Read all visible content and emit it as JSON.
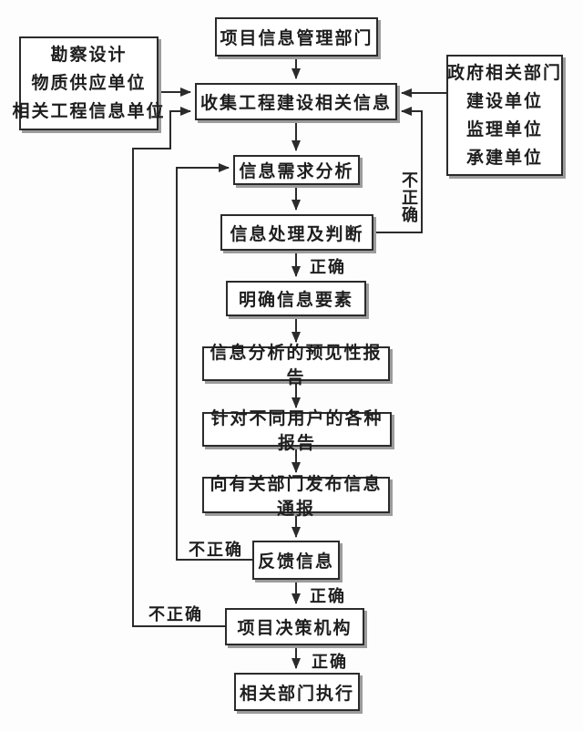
{
  "diagram": {
    "type": "flowchart",
    "language": "zh-CN",
    "nodes": {
      "top_dept": {
        "label": "项目信息管理部门"
      },
      "left_sources": {
        "lines": [
          "勘察设计",
          "物质供应单位",
          "相关工程信息单位"
        ]
      },
      "collect": {
        "label": "收集工程建设相关信息"
      },
      "right_sources": {
        "lines": [
          "政府相关部门",
          "建设单位",
          "监理单位",
          "承建单位"
        ]
      },
      "demand": {
        "label": "信息需求分析"
      },
      "process": {
        "label": "信息处理及判断"
      },
      "elements": {
        "label": "明确信息要素"
      },
      "foresight": {
        "label": "信息分析的预见性报告"
      },
      "reports": {
        "label": "针对不同用户的各种报告"
      },
      "notify": {
        "label": "向有关部门发布信息通报"
      },
      "feedback": {
        "label": "反馈信息"
      },
      "decision": {
        "label": "项目决策机构"
      },
      "execute": {
        "label": "相关部门执行"
      }
    },
    "edge_labels": {
      "correct_after_process": "正确",
      "correct_after_feedback": "正确",
      "correct_after_decision": "正确",
      "incorrect_process_loop": "不正确",
      "incorrect_feedback_loop": "不正确",
      "incorrect_decision_loop": "不正确"
    },
    "colors": {
      "line": "#2b2b2b",
      "box_border": "#2b2b2b",
      "box_bg": "#ffffff",
      "box_shadow": "#9c9c9c",
      "text": "#1e1e1e",
      "page_bg": "#fdfdfd"
    }
  }
}
